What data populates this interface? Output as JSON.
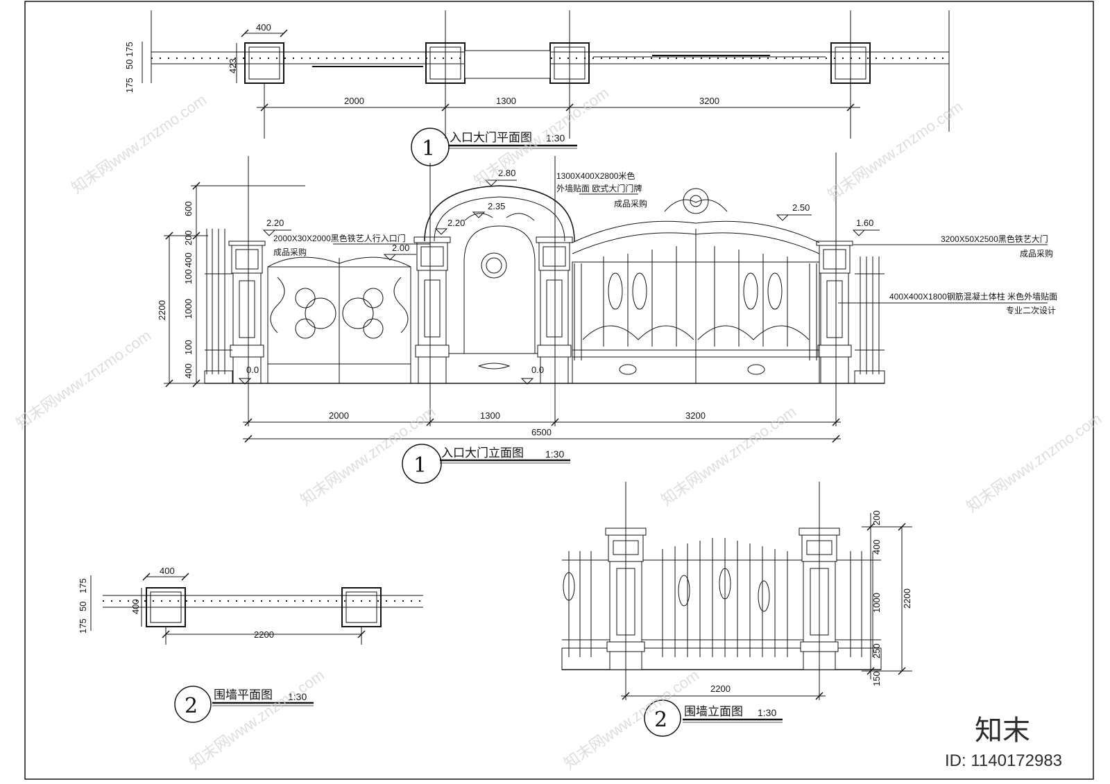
{
  "sheet": {
    "plan1": {
      "title": "入口大门平面图",
      "scale": "1:30",
      "number": "1",
      "dims": {
        "post_width": "400",
        "post_depth": "423",
        "seg1": "2000",
        "seg2": "1300",
        "seg3": "3200",
        "left_a": "175",
        "left_b": "50",
        "left_c": "175"
      }
    },
    "elev1": {
      "title": "入口大门立面图",
      "scale": "1:30",
      "number": "1",
      "levels": {
        "arch_top": "2.80",
        "arch_mid": "2.35",
        "left_post": "2.20",
        "center_post": "2.20",
        "ped_gate": "2.00",
        "main_gate": "2.50",
        "right_post": "1.60",
        "ground_left": "0.0",
        "ground_right": "0.0"
      },
      "notes": {
        "arch_spec": "1300X400X2800米色",
        "arch_finish": "外墙贴面 欧式大门门牌",
        "arch_proc": "成品采购",
        "ped_spec": "2000X30X2000黑色铁艺人行入口门",
        "ped_proc": "成品采购",
        "main_spec": "3200X50X2500黑色铁艺大门",
        "main_proc": "成品采购",
        "col_spec": "400X400X1800钢筋混凝土体柱  米色外墙贴面",
        "col_proc": "专业二次设计"
      },
      "vdims": {
        "d600": "600",
        "d200": "200",
        "d400a": "400",
        "d100a": "100",
        "d1000": "1000",
        "d100b": "100",
        "d400b": "400",
        "total": "2200"
      },
      "hdims": {
        "seg1": "2000",
        "seg2": "1300",
        "seg3": "3200",
        "total": "6500"
      }
    },
    "plan2": {
      "title": "围墙平面图",
      "scale": "1:30",
      "number": "2",
      "dims": {
        "post_width": "400",
        "post_depth": "400",
        "span": "2200",
        "a": "175",
        "b": "50",
        "c": "175"
      }
    },
    "elev2": {
      "title": "围墙立面图",
      "scale": "1:30",
      "number": "2",
      "vdims": {
        "d200": "200",
        "d400": "400",
        "d1000": "1000",
        "d250": "250",
        "d150": "150",
        "total": "2200"
      },
      "span": "2200"
    },
    "watermarks": [
      "知末网www.znzmo.com"
    ],
    "brand": {
      "logo": "知末",
      "id": "ID: 1140172983"
    }
  }
}
